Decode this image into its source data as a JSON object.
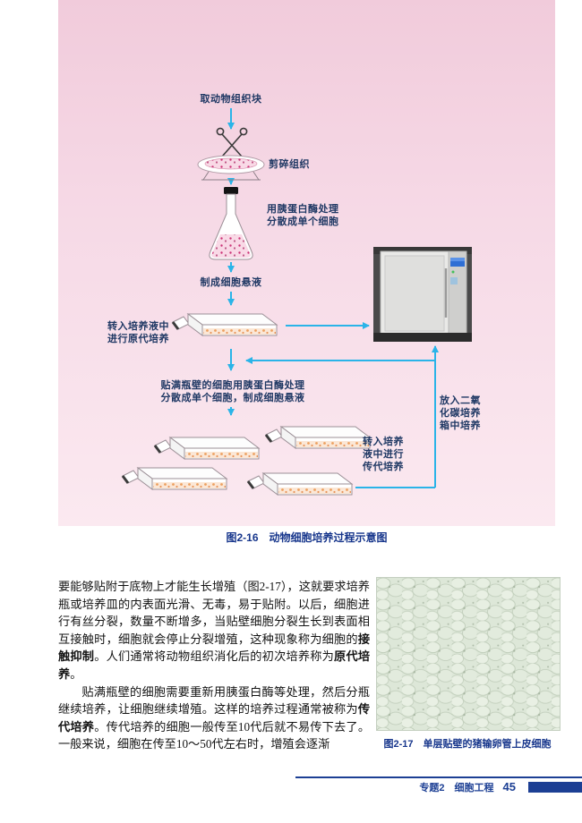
{
  "colors": {
    "arrow_cyan": "#2ab4e8",
    "diagram_label": "#1f3864",
    "caption_blue": "#17368c",
    "footer_navy": "#1c3f94",
    "panel_pink_top": "#f1cbdb",
    "panel_pink_bottom": "#fbe9f0",
    "cell_dot_magenta": "#cc3377",
    "cell_dot_orange": "#eda05f"
  },
  "figure16": {
    "labels": {
      "take_tissue": "取动物组织块",
      "mince": "剪碎组织",
      "trypsin": "用胰蛋白酶处理\n分散成单个细胞",
      "suspension": "制成细胞悬液",
      "primary": "转入培养液中\n进行原代培养",
      "reprocess": "贴满瓶壁的细胞用胰蛋白酶处理\n分散成单个细胞，制成细胞悬液",
      "subculture": "转入培养\n液中进行\n传代培养",
      "incubate": "放入二氧\n化碳培养\n箱中培养"
    },
    "caption": "图2-16　动物细胞培养过程示意图",
    "icons": [
      "scissors-icon",
      "petri-dish",
      "erlenmeyer-flask",
      "culture-flask",
      "co2-incubator-photo"
    ]
  },
  "body": {
    "paragraph1": [
      {
        "text": "要能够贴附于底物上才能生长增殖（图2-17），这就要求培养瓶或培养皿的内表面光滑、无毒，易于贴附。以后，细胞进行有丝分裂，数量不断增多，当贴壁细胞分裂生长到表面相互接触时，细胞就会停止分裂增殖，这种现象称为细胞的",
        "bold": false
      },
      {
        "text": "接触抑制",
        "bold": true
      },
      {
        "text": "。人们通常将动物组织消化后的初次培养称为",
        "bold": false
      },
      {
        "text": "原代培养",
        "bold": true
      },
      {
        "text": "。",
        "bold": false
      }
    ],
    "paragraph2": [
      {
        "text": "贴满瓶壁的细胞需要重新用胰蛋白酶等处理，然后分瓶继续培养，让细胞继续增殖。这样的培养过程通常被称为",
        "bold": false
      },
      {
        "text": "传代培养",
        "bold": true
      },
      {
        "text": "。传代培养的细胞一般传至10代后就不易传下去了。一般来说，细胞在传至10～50代左右时，增殖会逐渐",
        "bold": false
      }
    ]
  },
  "figure17": {
    "caption": "图2-17　单层贴壁的猪输卵管上皮细胞",
    "photo_desc": "monolayer-epithelial-cells-photo"
  },
  "footer": {
    "section": "专题2　细胞工程",
    "page_number": "45"
  }
}
